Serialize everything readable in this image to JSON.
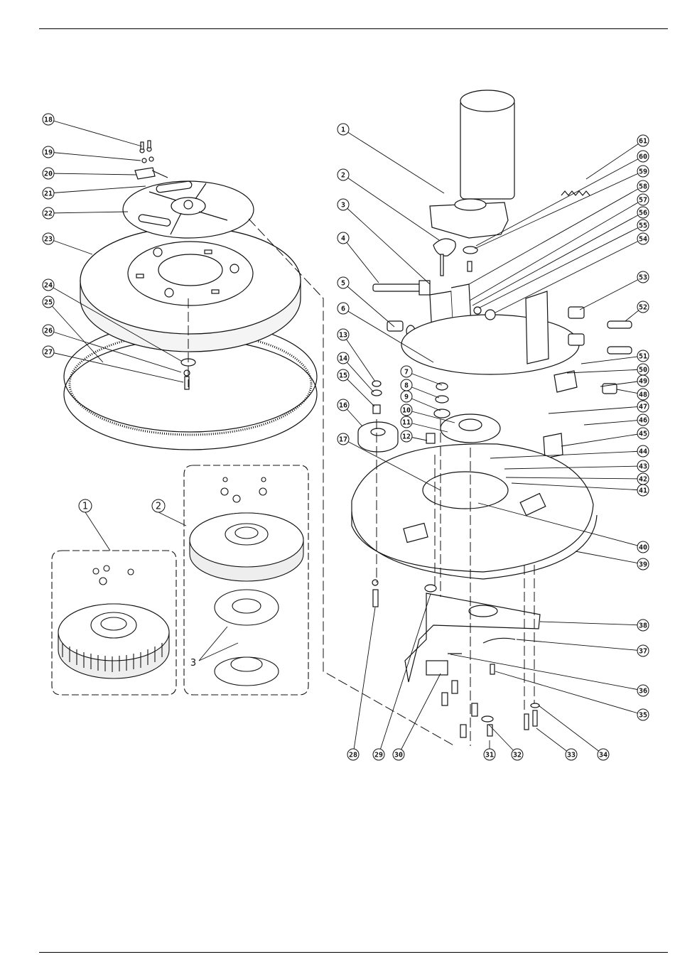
{
  "diagram": {
    "parts": [
      {
        "number": "1"
      },
      {
        "number": "2"
      },
      {
        "number": "3"
      },
      {
        "number": "4"
      },
      {
        "number": "5"
      },
      {
        "number": "6"
      },
      {
        "number": "7"
      },
      {
        "number": "8"
      },
      {
        "number": "9"
      },
      {
        "number": "10"
      },
      {
        "number": "11"
      },
      {
        "number": "12"
      },
      {
        "number": "13"
      },
      {
        "number": "14"
      },
      {
        "number": "15"
      },
      {
        "number": "16"
      },
      {
        "number": "17"
      },
      {
        "number": "18"
      },
      {
        "number": "19"
      },
      {
        "number": "20"
      },
      {
        "number": "21"
      },
      {
        "number": "22"
      },
      {
        "number": "23"
      },
      {
        "number": "24"
      },
      {
        "number": "25"
      },
      {
        "number": "26"
      },
      {
        "number": "27"
      },
      {
        "number": "28"
      },
      {
        "number": "29"
      },
      {
        "number": "30"
      },
      {
        "number": "31"
      },
      {
        "number": "32"
      },
      {
        "number": "33"
      },
      {
        "number": "34"
      },
      {
        "number": "35"
      },
      {
        "number": "36"
      },
      {
        "number": "37"
      },
      {
        "number": "38"
      },
      {
        "number": "39"
      },
      {
        "number": "40"
      },
      {
        "number": "41"
      },
      {
        "number": "42"
      },
      {
        "number": "43"
      },
      {
        "number": "44"
      },
      {
        "number": "45"
      },
      {
        "number": "46"
      },
      {
        "number": "47"
      },
      {
        "number": "48"
      },
      {
        "number": "49"
      },
      {
        "number": "50"
      },
      {
        "number": "51"
      },
      {
        "number": "52"
      },
      {
        "number": "53"
      },
      {
        "number": "54"
      },
      {
        "number": "55"
      },
      {
        "number": "56"
      },
      {
        "number": "57"
      },
      {
        "number": "58"
      },
      {
        "number": "59"
      },
      {
        "number": "60"
      },
      {
        "number": "61"
      }
    ],
    "kits": [
      {
        "number": "1"
      },
      {
        "number": "2"
      },
      {
        "number": "3"
      }
    ]
  },
  "colors": {
    "ink": "#111111",
    "paper": "#ffffff",
    "shade": "#cfcfcf"
  }
}
